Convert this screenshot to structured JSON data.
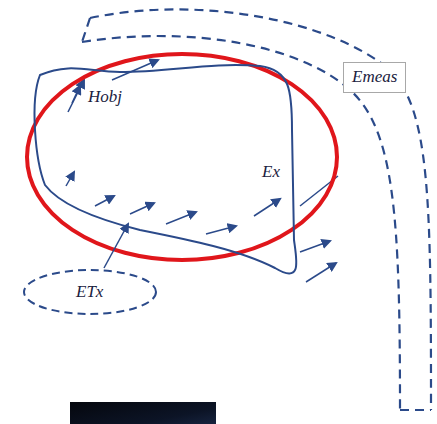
{
  "diagram": {
    "nodes": [
      {
        "text": [
          "Hobj",
          "Ex"
        ]
      },
      {
        "text": [
          "ETx"
        ]
      },
      {
        "text": [
          "Emeas"
        ]
      }
    ],
    "edges": [
      {
        "from": 1,
        "to": 0,
        "arrow": "to"
      },
      {
        "from": 0,
        "to": 2,
        "arrow": "to"
      }
    ]
  }
}
